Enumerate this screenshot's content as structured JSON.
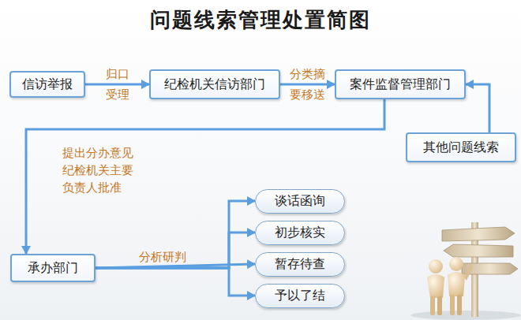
{
  "diagram": {
    "title": "问题线索管理处置简图",
    "nodes": [
      {
        "text": [
          "信访举报"
        ]
      },
      {
        "text": [
          "纪检机关信访部门"
        ]
      },
      {
        "text": [
          "案件监督管理部门"
        ]
      },
      {
        "text": [
          "其他问题线索"
        ]
      },
      {
        "text": [
          "承办部门"
        ]
      },
      {
        "text": [
          "谈话函询"
        ]
      },
      {
        "text": [
          "初步核实"
        ]
      },
      {
        "text": [
          "暂存待查"
        ]
      },
      {
        "text": [
          "予以了结"
        ]
      }
    ],
    "edges": [
      {
        "from": 0,
        "to": 1,
        "arrow": "to",
        "label": "归口 受理"
      },
      {
        "from": 1,
        "to": 2,
        "arrow": "to",
        "label": "分类摘 要移送"
      },
      {
        "from": 3,
        "to": 2,
        "arrow": "to"
      },
      {
        "from": 2,
        "to": 4,
        "arrow": "to",
        "label": "提出分办意见 纪检机关主要 负责人批准"
      },
      {
        "from": 4,
        "to": 5,
        "arrow": "to",
        "label": "分析研判"
      },
      {
        "from": 4,
        "to": 6,
        "arrow": "to"
      },
      {
        "from": 4,
        "to": 7,
        "arrow": "to"
      },
      {
        "from": 4,
        "to": 8,
        "arrow": "to"
      }
    ]
  }
}
